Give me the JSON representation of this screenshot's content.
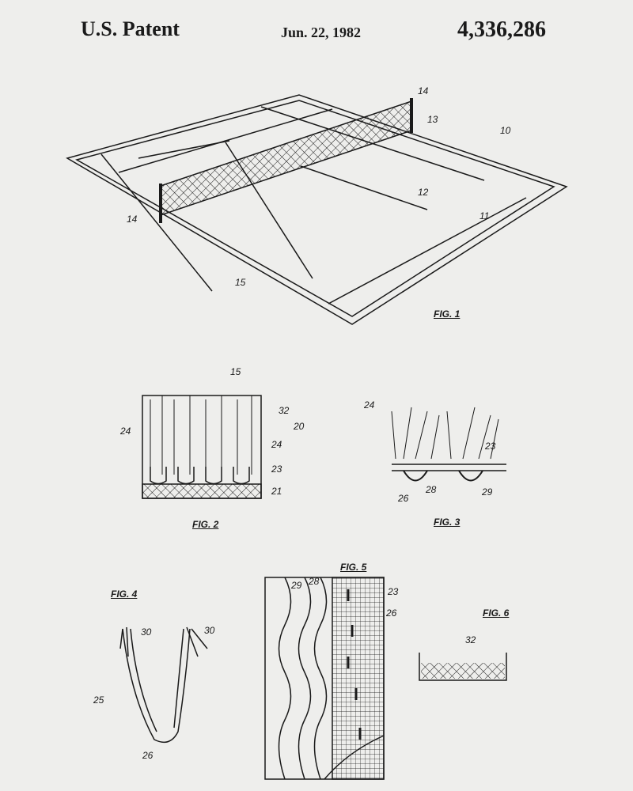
{
  "header": {
    "title": "U.S. Patent",
    "date": "Jun. 22, 1982",
    "patent_number": "4,336,286"
  },
  "fig1": {
    "caption": "FIG. 1",
    "labels": [
      "14",
      "13",
      "10",
      "12",
      "11",
      "14",
      "15"
    ]
  },
  "fig2": {
    "caption": "FIG. 2",
    "labels": [
      "15",
      "32",
      "20",
      "24",
      "24",
      "23",
      "21"
    ]
  },
  "fig3": {
    "caption": "FIG. 3",
    "labels": [
      "24",
      "23",
      "26",
      "28",
      "29"
    ]
  },
  "fig4": {
    "caption": "FIG. 4",
    "labels": [
      "30",
      "30",
      "25",
      "26"
    ]
  },
  "fig5": {
    "caption": "FIG. 5",
    "labels": [
      "29",
      "28",
      "23",
      "26"
    ]
  },
  "fig6": {
    "caption": "FIG. 6",
    "labels": [
      "32"
    ]
  }
}
